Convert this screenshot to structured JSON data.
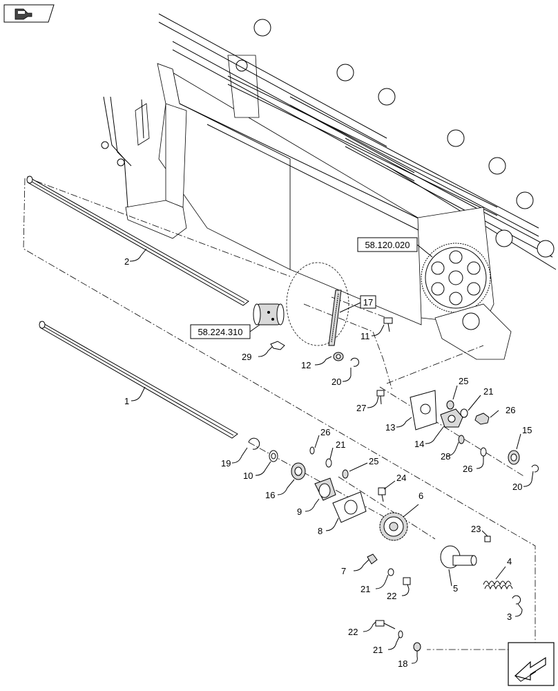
{
  "nav": {
    "top_left_icon": "book-arrow-icon",
    "bottom_right_icon": "next-page-arrow-icon"
  },
  "reference_boxes": {
    "header_ref": "58.120.020",
    "sprocket_ref": "58.224.310",
    "chain_ref": "17"
  },
  "callouts": {
    "c1": "1",
    "c2": "2",
    "c3": "3",
    "c4": "4",
    "c5": "5",
    "c6": "6",
    "c7": "7",
    "c8": "8",
    "c9": "9",
    "c10": "10",
    "c11": "11",
    "c12": "12",
    "c13": "13",
    "c14": "14",
    "c15": "15",
    "c16": "16",
    "c18": "18",
    "c19": "19",
    "c20a": "20",
    "c20b": "20",
    "c21a": "21",
    "c21b": "21",
    "c21c": "21",
    "c21d": "21",
    "c22a": "22",
    "c22b": "22",
    "c23": "23",
    "c24": "24",
    "c25a": "25",
    "c25b": "25",
    "c26a": "26",
    "c26b": "26",
    "c26c": "26",
    "c27": "27",
    "c28": "28",
    "c29": "29"
  }
}
